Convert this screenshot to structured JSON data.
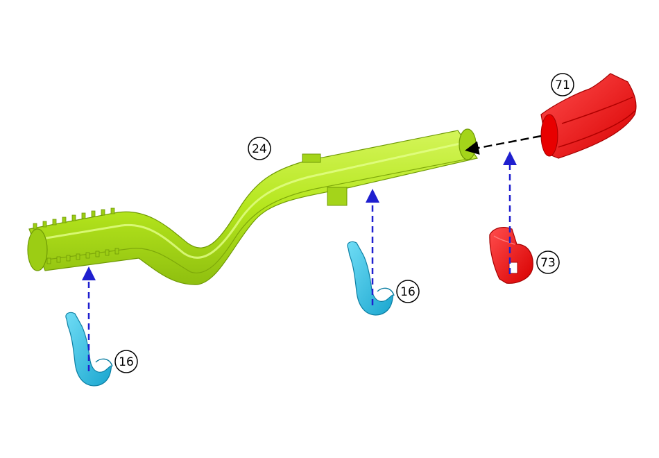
{
  "colors": {
    "background": "#ffffff",
    "tube_green": "#b5e61d",
    "tube_green_dark": "#8fbf0f",
    "clip_cyan": "#34c6ea",
    "clip_cyan_dark": "#1a9cc4",
    "part_red": "#ff1a1a",
    "part_red_dark": "#c40000",
    "arrow_blue": "#1f1fcf",
    "arrow_black": "#000000"
  },
  "parts": [
    {
      "id": "tube",
      "label": "24",
      "color": "green"
    },
    {
      "id": "clip-left",
      "label": "16",
      "color": "cyan"
    },
    {
      "id": "clip-middle",
      "label": "16",
      "color": "cyan"
    },
    {
      "id": "elbow",
      "label": "71",
      "color": "red"
    },
    {
      "id": "bracket",
      "label": "73",
      "color": "red"
    }
  ]
}
